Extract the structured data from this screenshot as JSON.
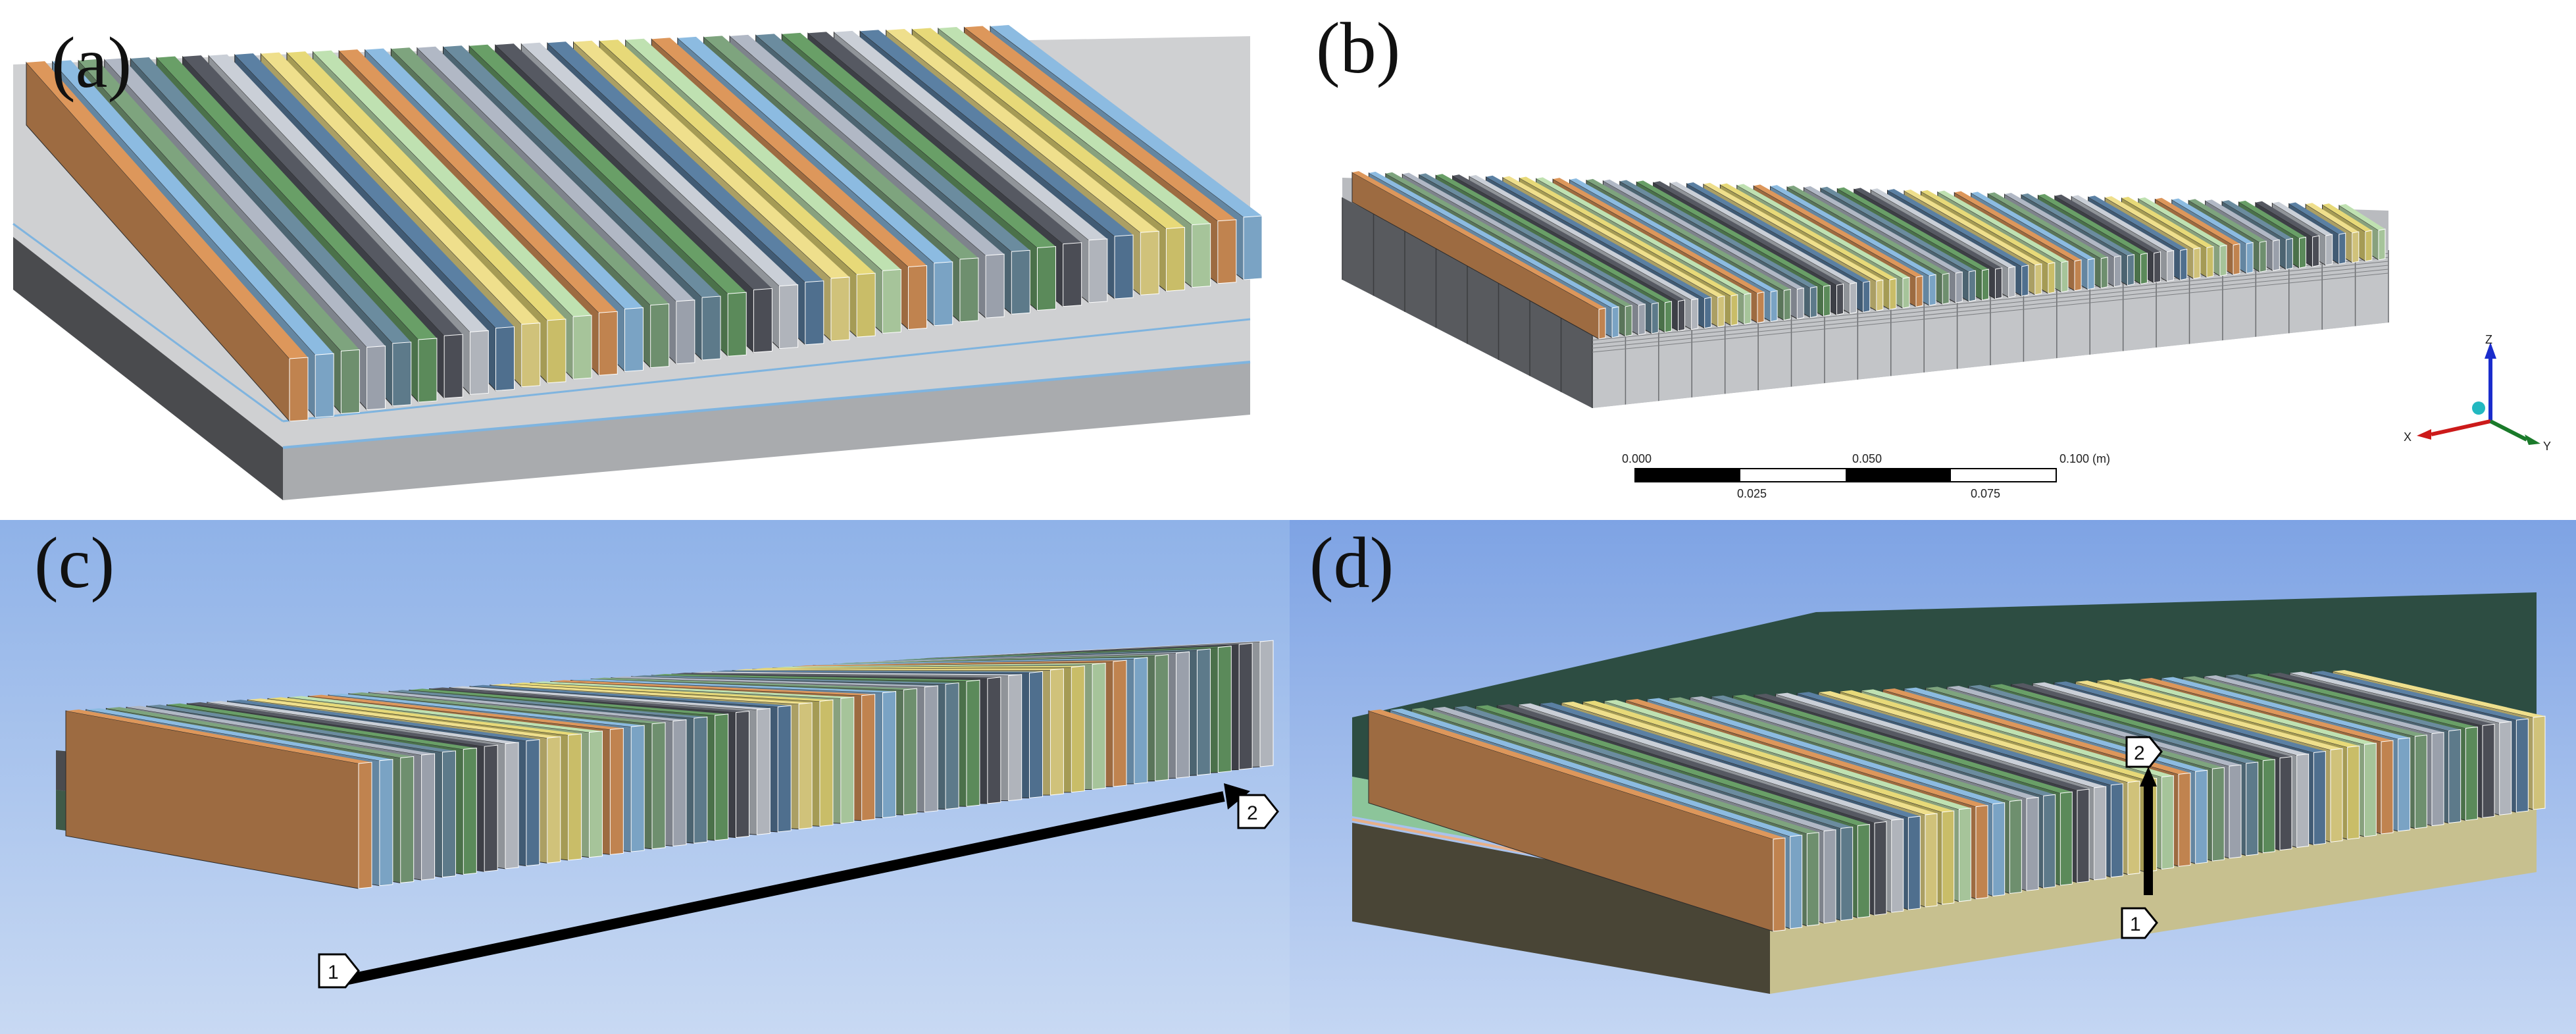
{
  "panels": [
    {
      "label": "(a)"
    },
    {
      "label": "(b)"
    },
    {
      "label": "(c)"
    },
    {
      "label": "(d)"
    }
  ],
  "scale_bar": {
    "top_ticks": [
      "0.000",
      "0.050",
      "0.100 (m)"
    ],
    "bottom_ticks": [
      "0.025",
      "0.075"
    ]
  },
  "triad": {
    "z": "Z",
    "x": "X",
    "y": "Y"
  },
  "path_markers": {
    "c": {
      "start": "1",
      "end": "2"
    },
    "d": {
      "start": "1",
      "end": "2"
    }
  },
  "fin_palette": [
    "#c0834f",
    "#5b8a5a",
    "#c9bd68",
    "#9aa0ab",
    "#4f6f8e",
    "#7aa3c4",
    "#4b4d55",
    "#a6c49a",
    "#5d7a8a",
    "#d0c27a",
    "#6e8f6e",
    "#b0b4bb"
  ],
  "colors": {
    "base_gray": "#a9abae",
    "base_dark": "#4a4b4e",
    "base_green": "#8cc59a",
    "base_khaki": "#c7c08f",
    "accent_line": "#7fb4df"
  }
}
